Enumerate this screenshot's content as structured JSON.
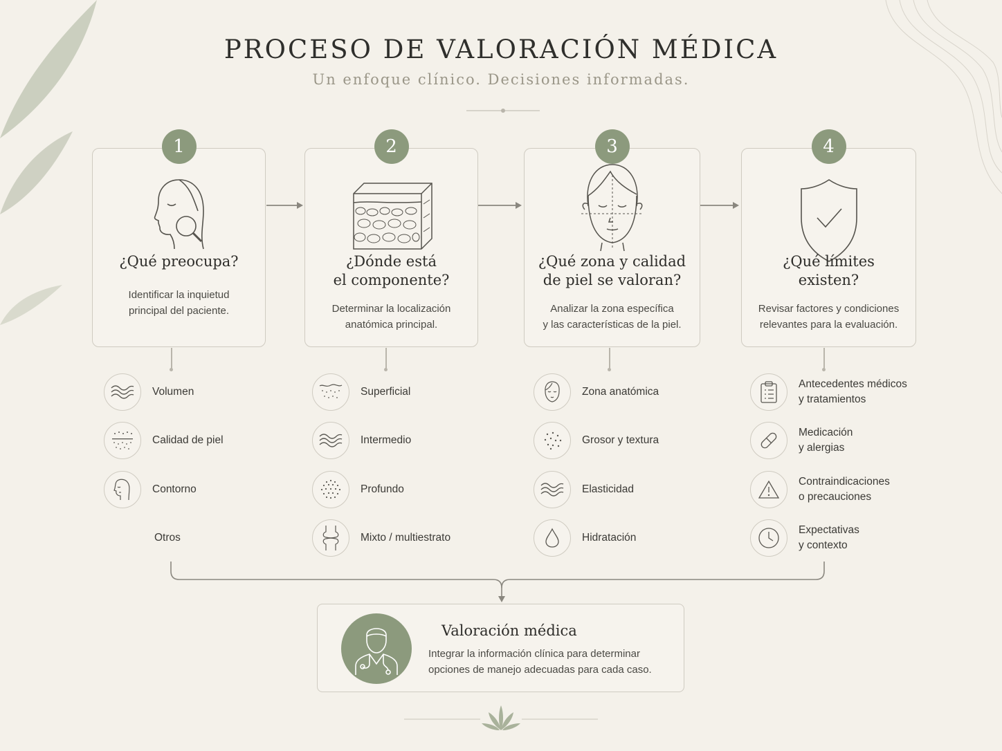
{
  "title": "PROCESO DE VALORACIÓN MÉDICA",
  "subtitle": "Un enfoque clínico. Decisiones informadas.",
  "colors": {
    "accent": "#8c9a7d",
    "background": "#f4f1ea",
    "border": "#cfcbc1",
    "text": "#3b3a36"
  },
  "steps": [
    {
      "number": "1",
      "icon": "face-magnifier-icon",
      "title": "¿Qué preocupa?",
      "description": "Identificar la inquietud\nprincipal del paciente.",
      "items": [
        {
          "icon": "waves-icon",
          "label": "Volumen"
        },
        {
          "icon": "skin-texture-icon",
          "label": "Calidad de piel"
        },
        {
          "icon": "face-contour-icon",
          "label": "Contorno"
        },
        {
          "icon": "",
          "label": "Otros"
        }
      ]
    },
    {
      "number": "2",
      "icon": "skin-layers-block-icon",
      "title": "¿Dónde está\nel componente?",
      "description": "Determinar la localización\nanatómica principal.",
      "items": [
        {
          "icon": "skin-surface-icon",
          "label": "Superficial"
        },
        {
          "icon": "waves-icon",
          "label": "Intermedio"
        },
        {
          "icon": "dots-cluster-icon",
          "label": "Profundo"
        },
        {
          "icon": "joint-layers-icon",
          "label": "Mixto / multiestrato"
        }
      ]
    },
    {
      "number": "3",
      "icon": "face-zones-icon",
      "title": "¿Qué zona y calidad\nde piel se valoran?",
      "description": "Analizar la zona específica\ny las características de la piel.",
      "items": [
        {
          "icon": "face-icon",
          "label": "Zona anatómica"
        },
        {
          "icon": "dots-scatter-icon",
          "label": "Grosor y textura"
        },
        {
          "icon": "waves-icon",
          "label": "Elasticidad"
        },
        {
          "icon": "droplet-icon",
          "label": "Hidratación"
        }
      ]
    },
    {
      "number": "4",
      "icon": "shield-check-icon",
      "title": "¿Qué límites\nexisten?",
      "description": "Revisar factores y condiciones\nrelevantes para la evaluación.",
      "items": [
        {
          "icon": "clipboard-icon",
          "label": "Antecedentes médicos\ny tratamientos"
        },
        {
          "icon": "pill-icon",
          "label": "Medicación\ny alergias"
        },
        {
          "icon": "warning-icon",
          "label": "Contraindicaciones\no precauciones"
        },
        {
          "icon": "clock-icon",
          "label": "Expectativas\ny contexto"
        }
      ]
    }
  ],
  "final": {
    "icon": "doctor-icon",
    "title": "Valoración médica",
    "description": "Integrar la información clínica para determinar\nopciones de manejo adecuadas para cada caso."
  }
}
